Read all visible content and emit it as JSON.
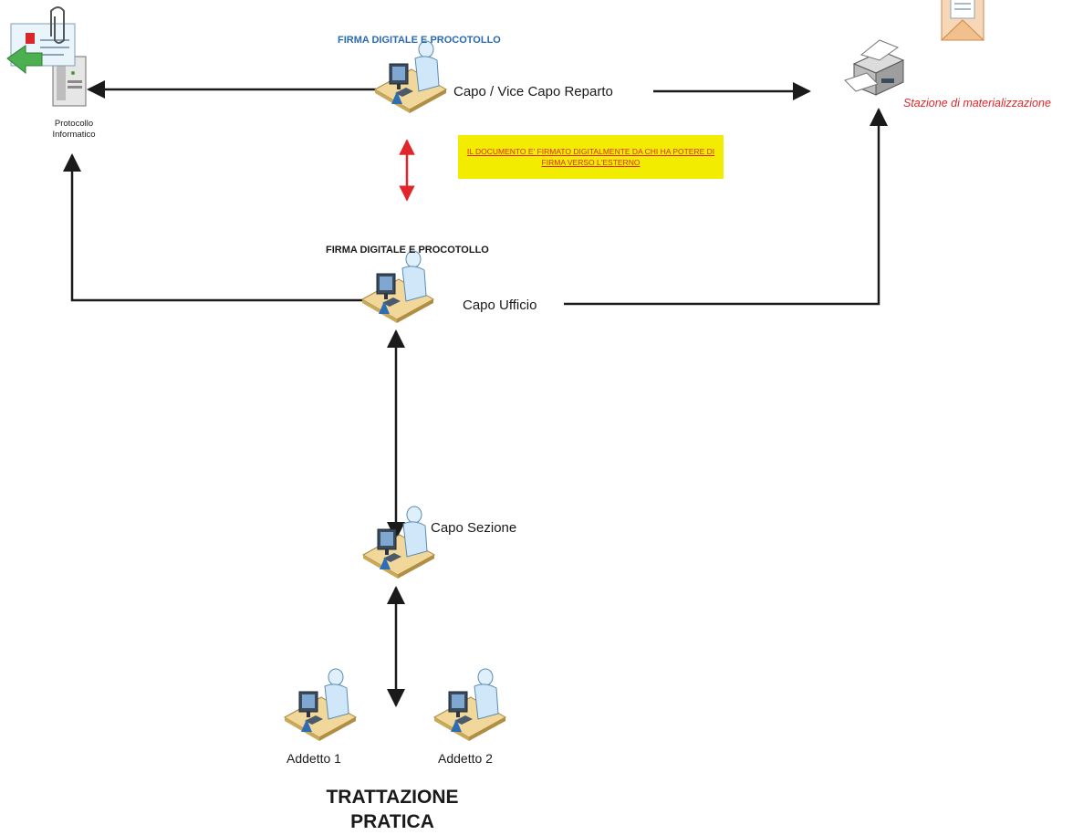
{
  "top": {
    "title": "FIRMA DIGITALE E PROCOTOLLO",
    "role": "Capo / Vice Capo Reparto"
  },
  "middle": {
    "title": "FIRMA DIGITALE E PROCOTOLLO",
    "role": "Capo Ufficio"
  },
  "section": {
    "role": "Capo Sezione"
  },
  "workers": [
    "Addetto 1",
    "Addetto 2"
  ],
  "protocol": {
    "label": "Protocollo Informatico"
  },
  "station": {
    "label": "Stazione di materializzazione"
  },
  "note": {
    "text": "IL DOCUMENTO E' FIRMATO DIGITALMENTE DA CHI HA POTERE DI FIRMA VERSO L'ESTERNO"
  },
  "footer": {
    "text": "TRATTAZIONE PRATICA"
  },
  "colors": {
    "title_blue": "#2a6ab3",
    "accent_red": "#e0262b",
    "note_bg": "#f2ec00",
    "lines": "#1a1a1a"
  },
  "icons": [
    "workstation-user-icon",
    "server-mail-icon",
    "printer-icon",
    "envelope-icon"
  ]
}
